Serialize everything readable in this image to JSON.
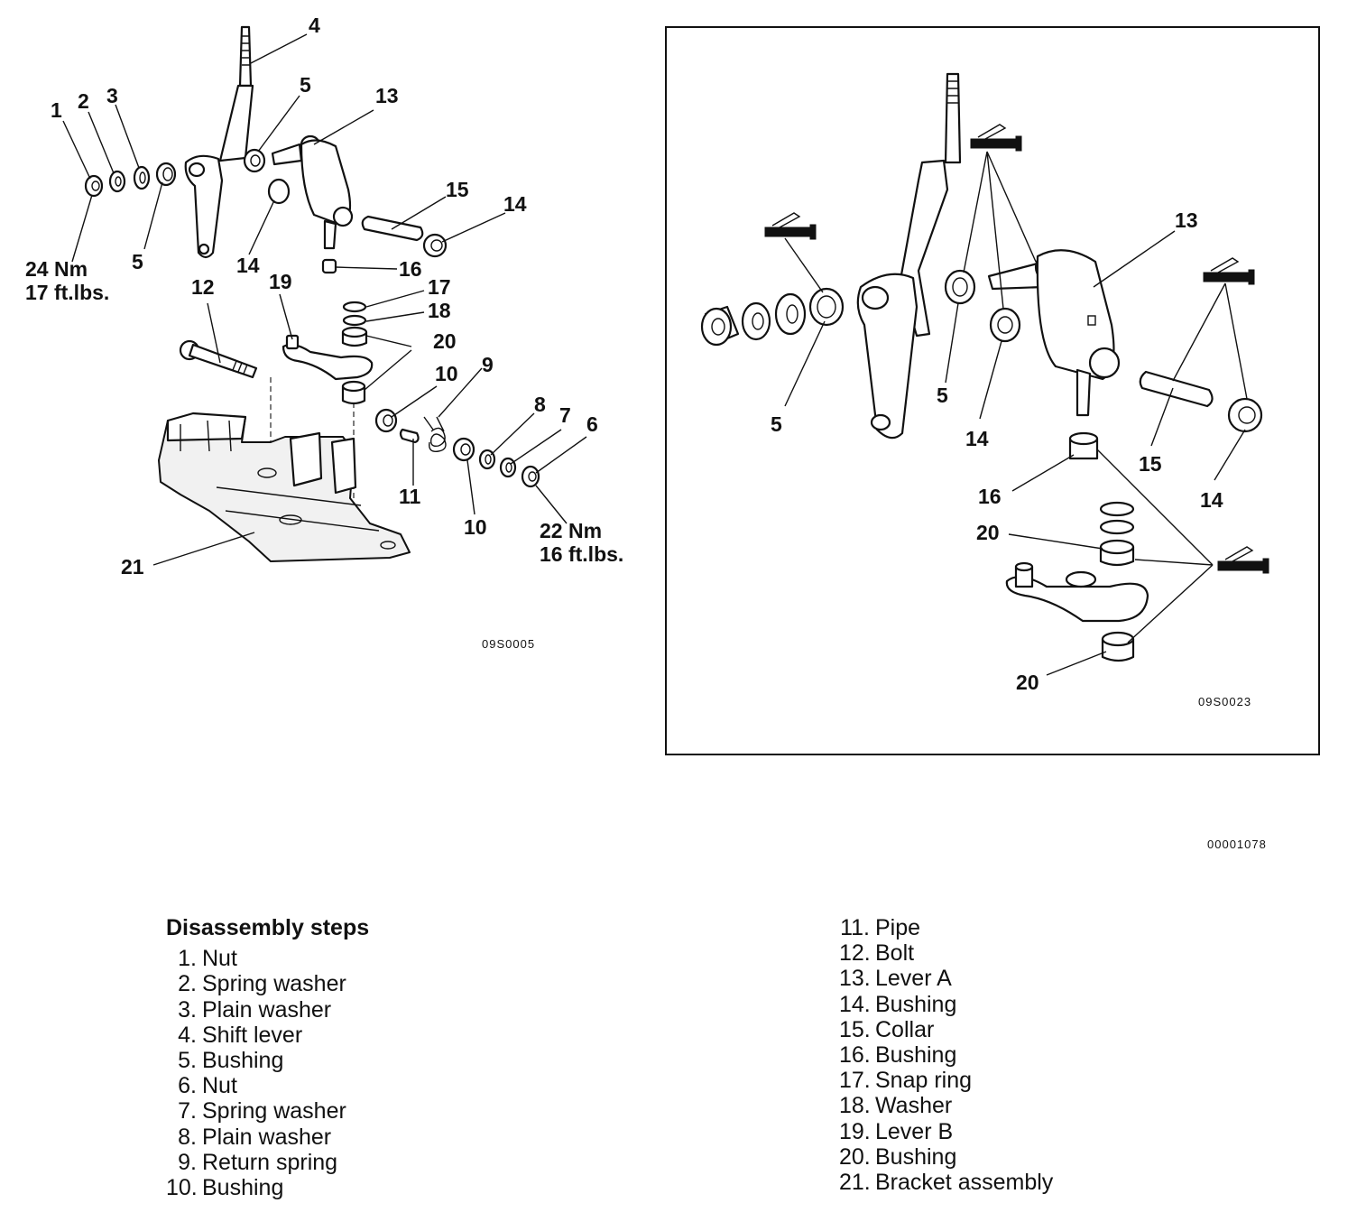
{
  "figure_codes": {
    "left": "09S0005",
    "right": "09S0023",
    "document": "00001078"
  },
  "torque": {
    "left_nut": {
      "nm": "24 Nm",
      "ftlbs": "17 ft.lbs."
    },
    "right_nut": {
      "nm": "22 Nm",
      "ftlbs": "16 ft.lbs."
    }
  },
  "callouts_left": [
    "1",
    "2",
    "3",
    "4",
    "5",
    "5",
    "13",
    "15",
    "14",
    "14",
    "16",
    "12",
    "19",
    "17",
    "18",
    "20",
    "10",
    "9",
    "8",
    "7",
    "6",
    "11",
    "10",
    "21"
  ],
  "callouts_right": [
    "13",
    "5",
    "5",
    "14",
    "15",
    "14",
    "16",
    "20",
    "20"
  ],
  "legend": {
    "title": "Disassembly steps",
    "items": [
      {
        "n": "1.",
        "label": "Nut"
      },
      {
        "n": "2.",
        "label": "Spring washer"
      },
      {
        "n": "3.",
        "label": "Plain washer"
      },
      {
        "n": "4.",
        "label": "Shift lever"
      },
      {
        "n": "5.",
        "label": "Bushing"
      },
      {
        "n": "6.",
        "label": "Nut"
      },
      {
        "n": "7.",
        "label": "Spring washer"
      },
      {
        "n": "8.",
        "label": "Plain washer"
      },
      {
        "n": "9.",
        "label": "Return spring"
      },
      {
        "n": "10.",
        "label": "Bushing"
      },
      {
        "n": "11.",
        "label": "Pipe"
      },
      {
        "n": "12.",
        "label": "Bolt"
      },
      {
        "n": "13.",
        "label": "Lever A"
      },
      {
        "n": "14.",
        "label": "Bushing"
      },
      {
        "n": "15.",
        "label": "Collar"
      },
      {
        "n": "16.",
        "label": "Bushing"
      },
      {
        "n": "17.",
        "label": "Snap ring"
      },
      {
        "n": "18.",
        "label": "Washer"
      },
      {
        "n": "19.",
        "label": "Lever B"
      },
      {
        "n": "20.",
        "label": "Bushing"
      },
      {
        "n": "21.",
        "label": "Bracket assembly"
      }
    ]
  },
  "icons": {
    "grease_gun": "grease-gun-icon"
  }
}
